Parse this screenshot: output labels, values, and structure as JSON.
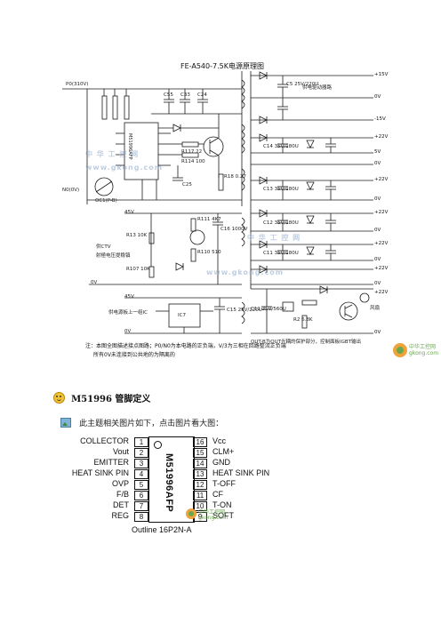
{
  "schematic": {
    "title": "FE-A540-7.5K电源原理图",
    "top_left_label": "P0(310V)",
    "left_mid_label": "N0(0V)",
    "chip_label": "M51996AFP",
    "optocoupler_label": "OC1(P-B)",
    "rails_right": [
      "+15V",
      "0V",
      "-15V",
      "+22V",
      "5V",
      "0V",
      "+22V",
      "0V",
      "+22V",
      "0V",
      "+22V",
      "0V",
      "+22V",
      "0V",
      "+22V",
      "0V"
    ],
    "left_45v_top": "45V",
    "left_0v_mid": "0V",
    "left_45v_bottom": "45V",
    "left_0v_bottom": "0V",
    "annotation_ctv_1": "供CTV",
    "annotation_ctv_2": "射極电压提稳镇",
    "annotation_bottom": "供电源板上一组IC",
    "annotation_fan": "风扇",
    "annotation_right_top": "供电驱动器路",
    "resistor_labels": [
      "R13 10K",
      "R107 10K",
      "R111 4K7",
      "R110 510",
      "R114 100",
      "R117 22",
      "R18 0.27",
      "R2 6.8K"
    ],
    "cap_labels": [
      "C55",
      "C33",
      "C24",
      "C5 25V/220U",
      "C14 35V/180U",
      "C13 35V/180U",
      "C12 35V/180U",
      "C11 35V/180U",
      "C15 25V/220U",
      "C16 1000V",
      "C25",
      "C11 35V/560U"
    ],
    "notes": [
      "注：本图全图描述接点图路；P0/N0为本电路的正负端，V/3为三相在回路整流正负端",
      "所有0V未连接到公共地的为隔离的"
    ],
    "bottom_rail_note": "OUT-B为OUT光耦的保护部分，控制面板IGBT输出",
    "ic_block_label": "IC7"
  },
  "section": {
    "heading": "M51996 管脚定义",
    "smiley_icon": "smiley-icon",
    "description": "此主题相关图片如下，点击图片看大图：",
    "image_icon": "image-icon"
  },
  "pinout": {
    "chip_name": "M51996AFP",
    "left_pins": [
      {
        "num": "1",
        "label": "COLLECTOR"
      },
      {
        "num": "2",
        "label": "Vout"
      },
      {
        "num": "3",
        "label": "EMITTER"
      },
      {
        "num": "4",
        "label": "HEAT SINK PIN"
      },
      {
        "num": "5",
        "label": "OVP"
      },
      {
        "num": "6",
        "label": "F/B"
      },
      {
        "num": "7",
        "label": "DET"
      },
      {
        "num": "8",
        "label": "REG"
      }
    ],
    "right_pins": [
      {
        "num": "16",
        "label": "Vcc"
      },
      {
        "num": "15",
        "label": "CLM+"
      },
      {
        "num": "14",
        "label": "GND"
      },
      {
        "num": "13",
        "label": "HEAT SINK PIN"
      },
      {
        "num": "12",
        "label": "T-OFF"
      },
      {
        "num": "11",
        "label": "CF"
      },
      {
        "num": "10",
        "label": "T-ON"
      },
      {
        "num": "9",
        "label": "SOFT"
      }
    ],
    "outline": "Outline  16P2N-A"
  },
  "watermarks": {
    "wm1": "中 华 工 控 网",
    "wm2": "www.gkong.com",
    "wm3": "中 华 工 控 网",
    "wm4": "www.gkong.com",
    "logo_text_1": "中华工控网",
    "logo_text_2": "gkong.com"
  },
  "colors": {
    "line": "#1a1a1a",
    "watermark": "#8aa6c8",
    "logo_green": "#6aa84f",
    "logo_orange": "#f1a33b"
  }
}
